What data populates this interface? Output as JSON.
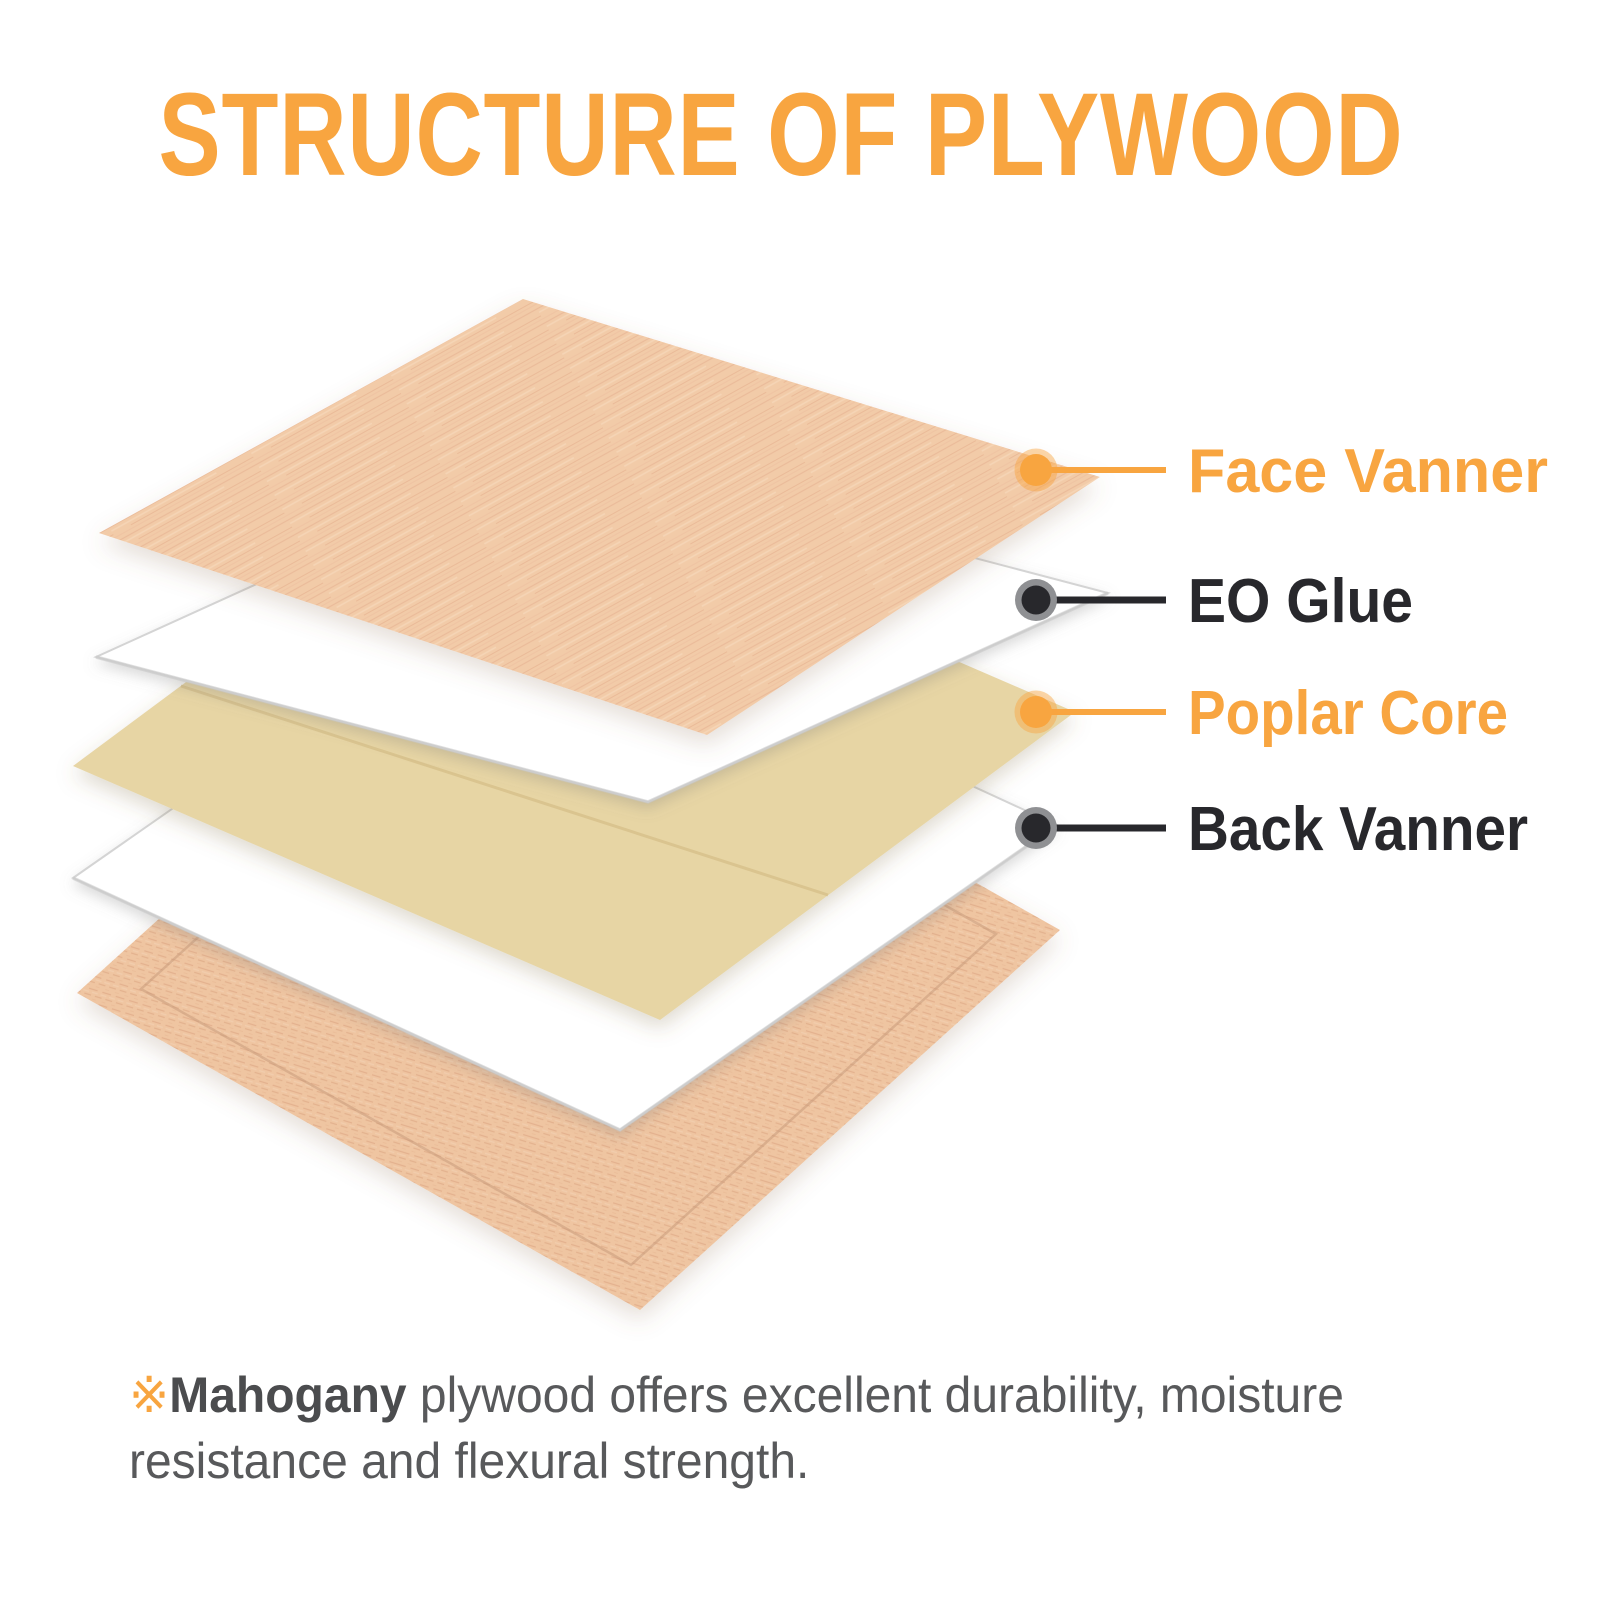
{
  "title": "STRUCTURE OF PLYWOOD",
  "palette": {
    "accent": "#F8A540",
    "label_dark": "#28282C",
    "dark_ring": "#8F9093",
    "footnote_gray": "#58595B",
    "footnote_brand": "#4B4C4E",
    "core_tan": "#E7D5A4",
    "core_line": "#D8C28C",
    "glue_white": "#FFFFFF",
    "glue_border": "#D4D4D4",
    "glue_edge_shadow": "#C6C6C6",
    "wood_face_base": "#F2CBA8",
    "wood_back_base": "#EFC5A1",
    "wood_back_frame": "#C69878"
  },
  "layers": [
    {
      "id": "face-veneer",
      "kind": "wood"
    },
    {
      "id": "glue-top",
      "kind": "glue"
    },
    {
      "id": "poplar-core",
      "kind": "core"
    },
    {
      "id": "glue-bottom",
      "kind": "glue"
    },
    {
      "id": "back-veneer",
      "kind": "wood"
    }
  ],
  "labels": [
    {
      "id": "face-vanner",
      "label": "Face Vanner",
      "color": "#F8A540",
      "halo": "#F8A54073"
    },
    {
      "id": "eo-glue",
      "label": "EO Glue",
      "color": "#28282C",
      "halo": "#8F9093"
    },
    {
      "id": "poplar-core",
      "label": "Poplar Core",
      "color": "#F8A540",
      "halo": "#F8A54073"
    },
    {
      "id": "back-vanner",
      "label": "Back Vanner",
      "color": "#28282C",
      "halo": "#8F9093"
    }
  ],
  "footnote": {
    "marker": "※",
    "brand": "Mahogany",
    "line1_rest": " plywood offers excellent durability, moisture",
    "line2": "resistance and flexural strength."
  }
}
